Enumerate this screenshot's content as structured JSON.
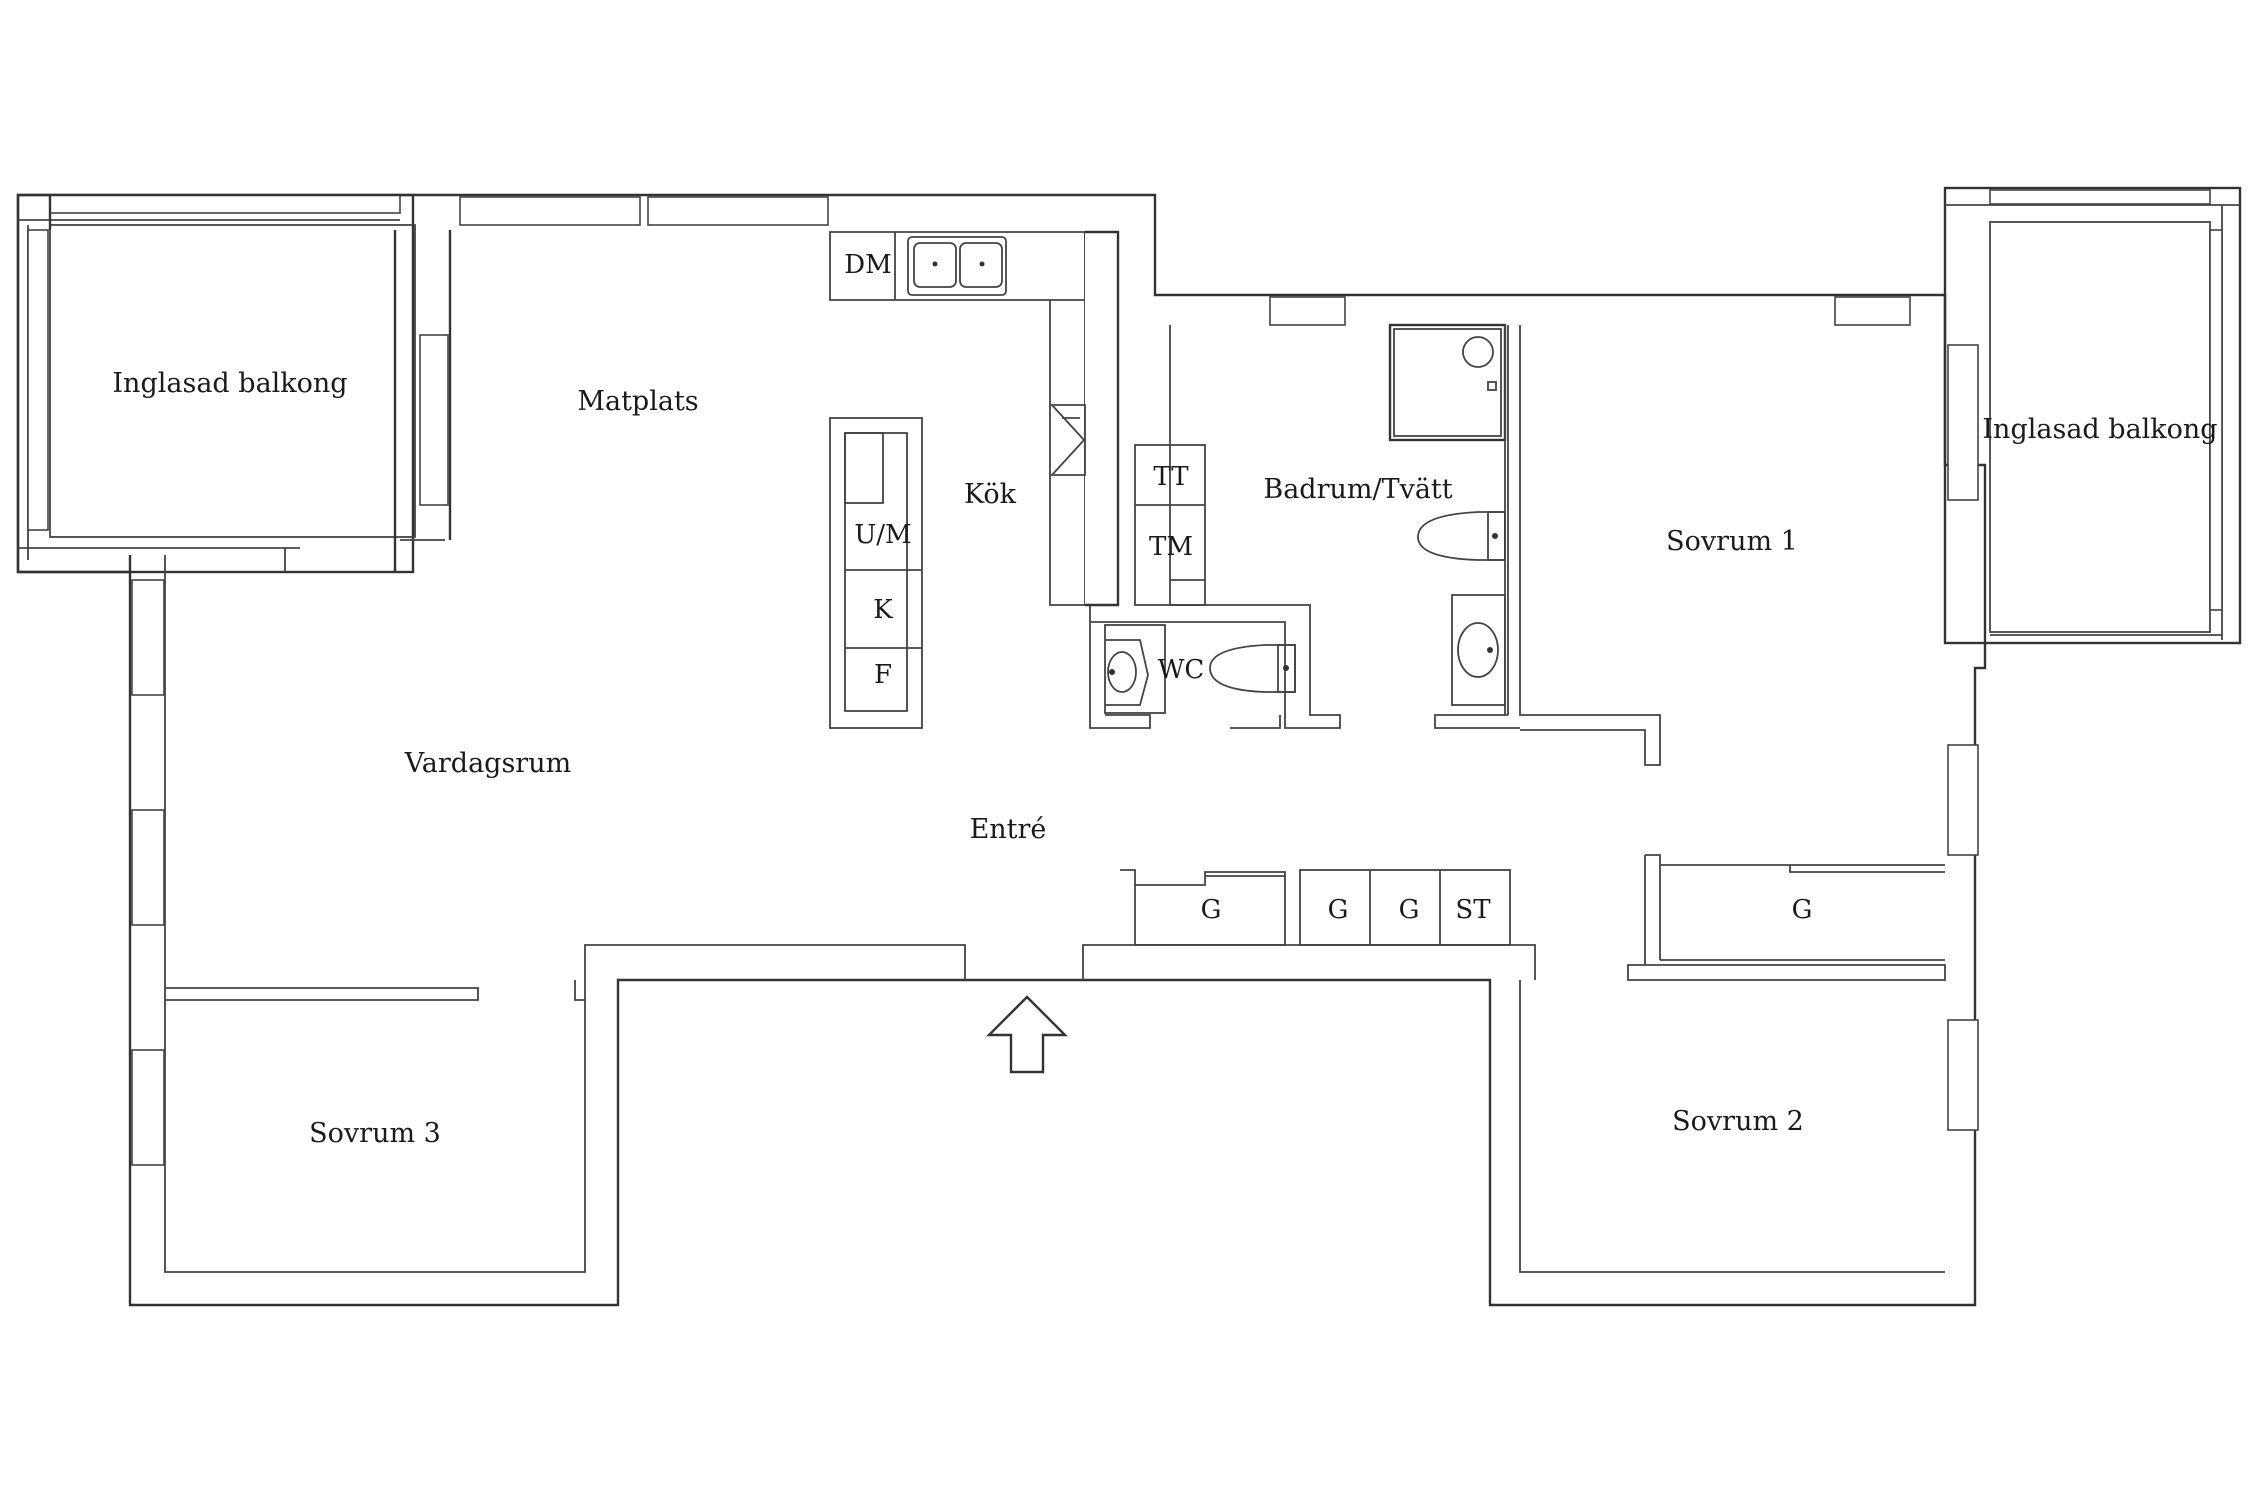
{
  "rooms": {
    "balcony_left": "Inglasad balkong",
    "balcony_right": "Inglasad balkong",
    "dining": "Matplats",
    "kitchen": "Kök",
    "living": "Vardagsrum",
    "entrance": "Entré",
    "bath_laundry": "Badrum/Tvätt",
    "bedroom_1": "Sovrum 1",
    "bedroom_2": "Sovrum 2",
    "bedroom_3": "Sovrum 3"
  },
  "fixtures": {
    "dishwasher": "DM",
    "microwave_oven": "U/M",
    "fridge": "K",
    "freezer": "F",
    "dryer": "TT",
    "washer": "TM",
    "wc": "WC",
    "wardrobe_1": "G",
    "wardrobe_2": "G",
    "wardrobe_3": "G",
    "storage": "ST",
    "wardrobe_4": "G"
  },
  "colors": {
    "line": "#333333",
    "background": "#ffffff"
  }
}
